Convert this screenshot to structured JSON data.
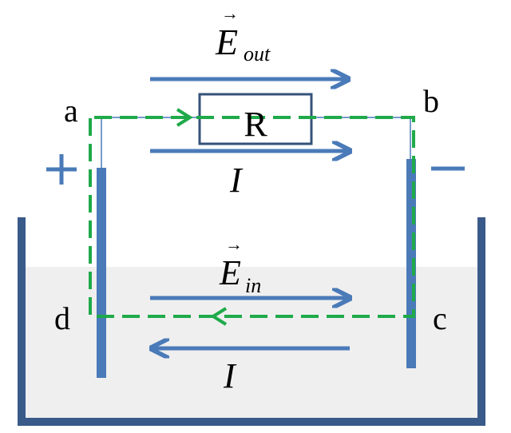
{
  "labels": {
    "a": "a",
    "b": "b",
    "c": "c",
    "d": "d",
    "resistor": "R",
    "plus": "+",
    "minus": "−"
  },
  "fields": {
    "e_out": {
      "symbol": "E",
      "subscript": "out",
      "vector_arrow": "→"
    },
    "e_in": {
      "symbol": "E",
      "subscript": "in",
      "vector_arrow": "→"
    }
  },
  "currents": {
    "top": "I",
    "bottom": "I"
  },
  "colors": {
    "arrow_blue": "#4a7ab8",
    "electrode_blue": "#4a7ab8",
    "container": "#3a5a8a",
    "loop_green": "#1faa4a",
    "liquid": "#efefef",
    "resistor_border": "#34527a",
    "text": "#000000",
    "sign_blue": "#4a7ab8"
  }
}
